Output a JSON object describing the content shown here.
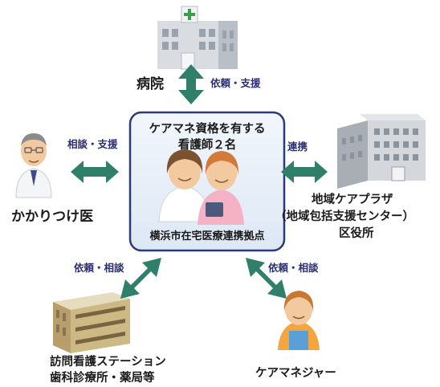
{
  "center": {
    "title_line1": "ケアマネ資格を有する",
    "title_line2": "看護師２名",
    "footer": "横浜市在宅医療連携拠点"
  },
  "nodes": {
    "hospital": {
      "label": "病院"
    },
    "doctor": {
      "label": "かかりつけ医"
    },
    "plaza": {
      "label_line1": "地域ケアプラザ",
      "label_line2": "（地域包括支援センター）",
      "label_line3": "区役所"
    },
    "station": {
      "label_line1": "訪問看護ステーション",
      "label_line2": "歯科診療所・薬局等"
    },
    "caremanager": {
      "label": "ケアマネジャー"
    }
  },
  "links": {
    "hospital": "依頼・支援",
    "doctor": "相談・支援",
    "plaza": "連携",
    "station": "依頼・相談",
    "caremanager": "依頼・相談"
  },
  "colors": {
    "arrow": "#2f7f6a",
    "box_border": "#2b3a78",
    "box_fill": "#eaf1f9",
    "link_text": "#2b2f70"
  }
}
